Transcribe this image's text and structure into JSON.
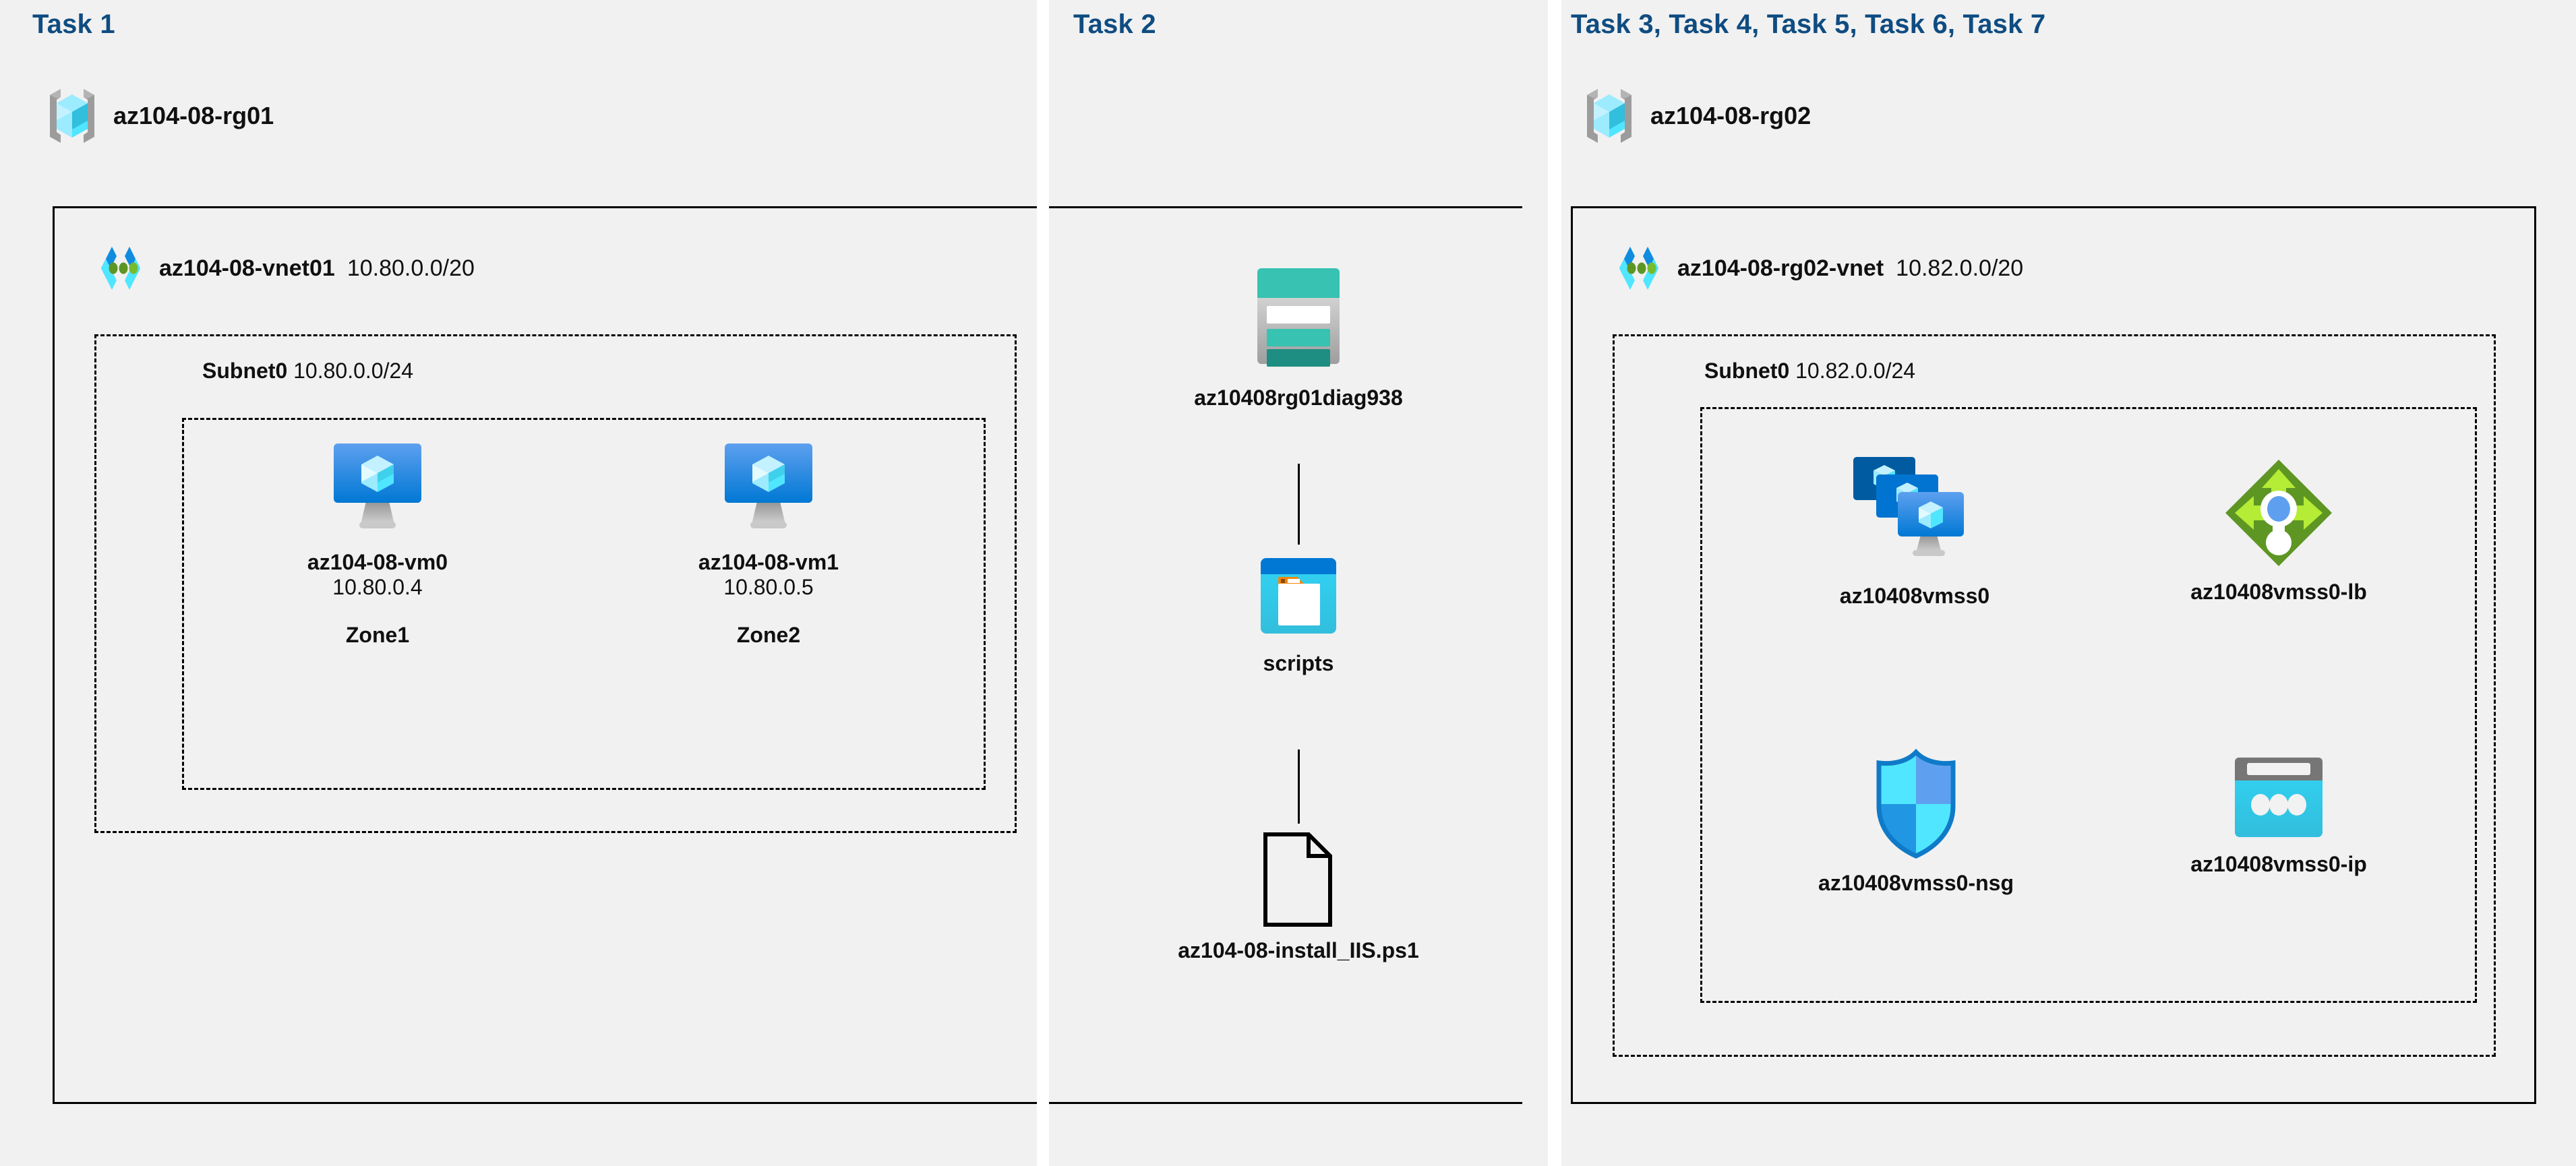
{
  "tasks": {
    "task1_heading": "Task 1",
    "task2_heading": "Task 2",
    "task3_7_heading": "Task 3, Task 4, Task 5, Task 6, Task 7"
  },
  "colors": {
    "panel_bg": "#f1f1f1",
    "page_bg": "#ffffff",
    "heading_blue": "#0f4c81",
    "border_black": "#000000",
    "azure_blue": "#0078d4",
    "azure_cyan": "#50e6ff",
    "storage_teal": "#37c2b1",
    "lb_green": "#7fba00",
    "nsg_blue": "#0f8ce0"
  },
  "task1": {
    "resource_group": {
      "icon": "resource-group-icon",
      "name": "az104-08-rg01"
    },
    "vnet": {
      "icon": "virtual-network-icon",
      "name": "az104-08-vnet01",
      "cidr": "10.80.0.0/20"
    },
    "subnet": {
      "label": "Subnet0",
      "cidr": "10.80.0.0/24"
    },
    "vms": [
      {
        "icon": "virtual-machine-icon",
        "name": "az104-08-vm0",
        "ip": "10.80.0.4",
        "zone": "Zone1"
      },
      {
        "icon": "virtual-machine-icon",
        "name": "az104-08-vm1",
        "ip": "10.80.0.5",
        "zone": "Zone2"
      }
    ]
  },
  "task2": {
    "storage_account": {
      "icon": "storage-account-icon",
      "name": "az10408rg01diag938"
    },
    "container": {
      "icon": "blob-container-icon",
      "name": "scripts"
    },
    "file": {
      "icon": "script-file-icon",
      "name": "az104-08-install_IIS.ps1"
    }
  },
  "task3_7": {
    "resource_group": {
      "icon": "resource-group-icon",
      "name": "az104-08-rg02"
    },
    "vnet": {
      "icon": "virtual-network-icon",
      "name": "az104-08-rg02-vnet",
      "cidr": "10.82.0.0/20"
    },
    "subnet": {
      "label": "Subnet0",
      "cidr": "10.82.0.0/24"
    },
    "resources": [
      {
        "icon": "vm-scale-set-icon",
        "name": "az10408vmss0"
      },
      {
        "icon": "load-balancer-icon",
        "name": "az10408vmss0-lb"
      },
      {
        "icon": "network-security-group-icon",
        "name": "az10408vmss0-nsg"
      },
      {
        "icon": "public-ip-address-icon",
        "name": "az10408vmss0-ip"
      }
    ]
  }
}
